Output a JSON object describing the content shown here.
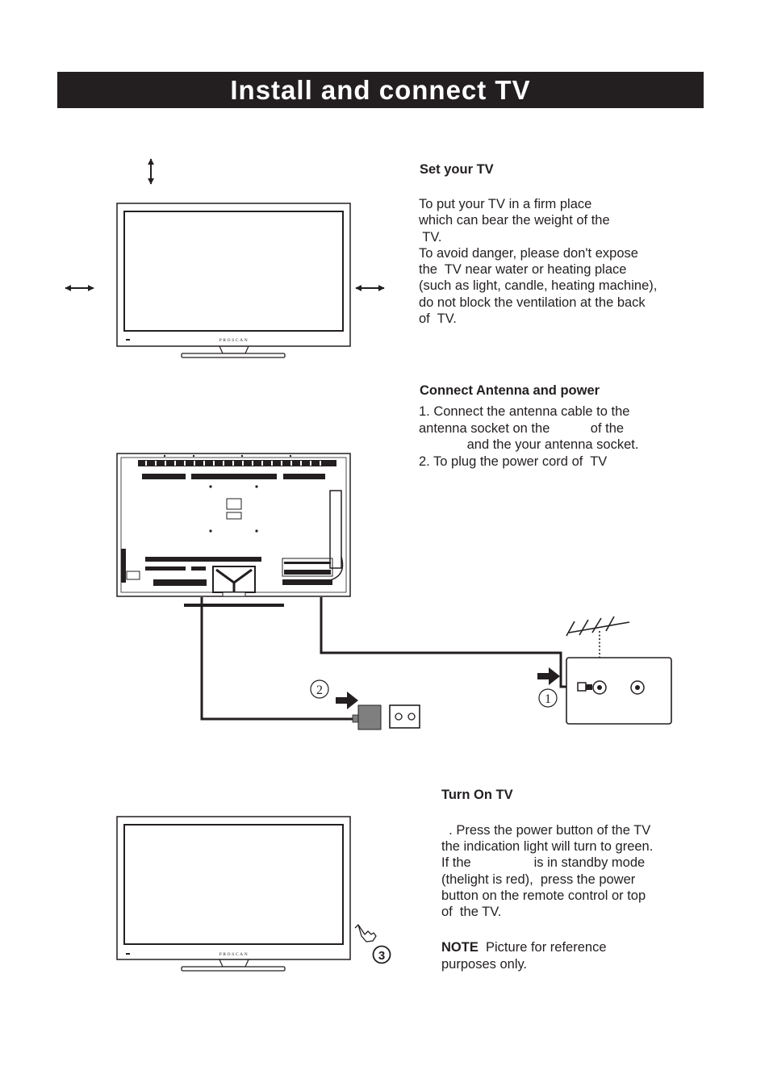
{
  "page": {
    "title": "Install and connect  TV"
  },
  "set_tv": {
    "heading": "Set your  TV",
    "lines": [
      "To put your  TV in a firm place",
      "which can bear the weight of the",
      " TV.",
      "To avoid danger, please don't expose",
      "the  TV near water or heating place",
      "(such as light, candle, heating machine),",
      "do not block the ventilation at the back",
      "of  TV."
    ]
  },
  "connect": {
    "heading": "Connect Antenna and power",
    "lines": [
      "1. Connect the antenna cable to the",
      "antenna socket on the           of the",
      "             and the your antenna socket.",
      "2. To plug the power cord of  TV"
    ],
    "step1_marker": "1",
    "step2_marker": "2"
  },
  "turn_on": {
    "heading": "Turn On  TV",
    "lines": [
      "  . Press the power button of the TV",
      "the indication light will turn to green.",
      "If the                 is in standby mode",
      "(thelight is red),  press the power",
      "button on the remote control or top",
      "of  the TV."
    ],
    "note_label": "NOTE",
    "note_text": "  Picture for reference",
    "note_line2": "purposes only.",
    "step3_marker": "3"
  },
  "tv": {
    "brand": "PROSCAN"
  },
  "colors": {
    "ink": "#231f20",
    "banner": "#231f20",
    "plug": "#7f7f7f"
  },
  "icons": {
    "updown": "double-arrow-vertical-icon",
    "leftright": "double-arrow-horizontal-icon",
    "arrow": "solid-arrow-right-icon",
    "hand": "pointing-hand-icon",
    "antenna": "antenna-icon",
    "socket": "wall-socket-icon",
    "plug": "power-plug-icon"
  }
}
